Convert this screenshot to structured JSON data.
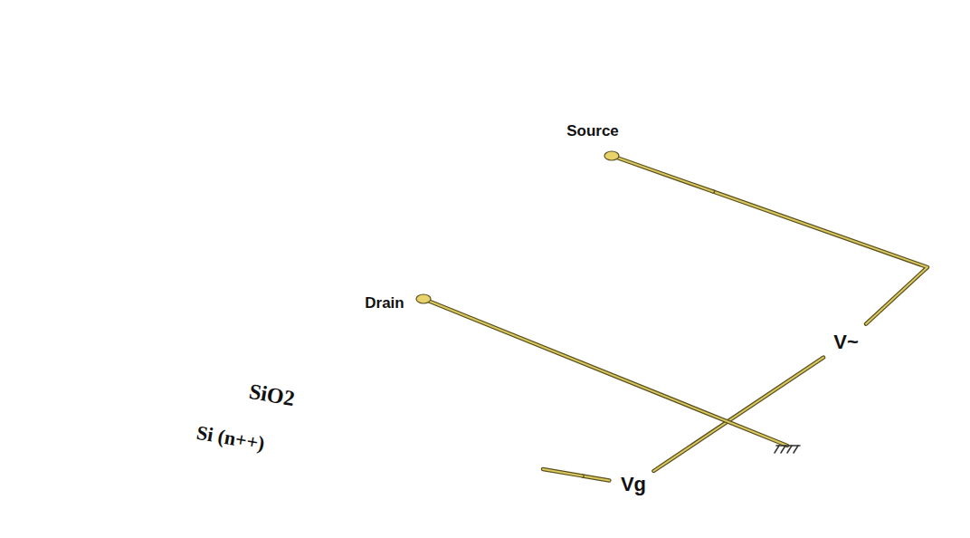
{
  "diagram": {
    "nodes": [
      {
        "text": [
          "Source"
        ]
      },
      {
        "text": [
          "Drain"
        ]
      },
      {
        "text": [
          "V~"
        ]
      },
      {
        "text": [
          "SiO2"
        ]
      },
      {
        "text": [
          "Si (n++)"
        ]
      },
      {
        "text": [
          "Vg"
        ]
      }
    ],
    "edges": [
      {
        "from": 0,
        "to": 2,
        "arrow": "none"
      },
      {
        "from": 2,
        "to": 5,
        "arrow": "none"
      },
      {
        "from": 5,
        "to": 4,
        "arrow": "none"
      }
    ]
  }
}
